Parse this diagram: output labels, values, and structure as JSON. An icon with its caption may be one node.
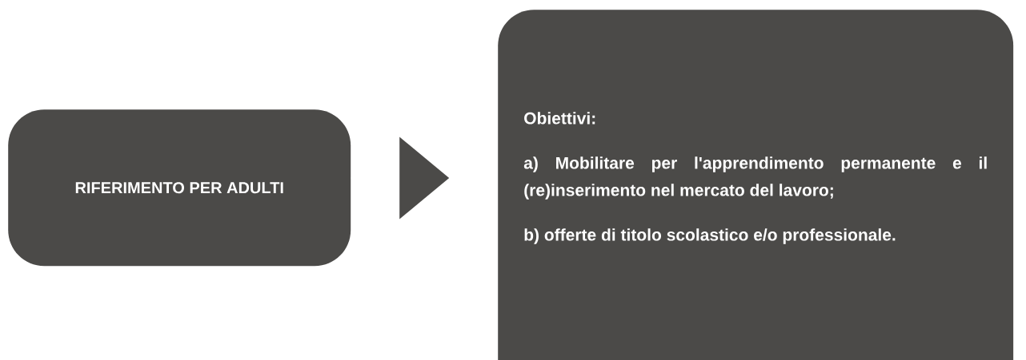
{
  "diagram": {
    "nodes": [
      {
        "text": [
          "RIFERIMENTO PER ADULTI"
        ]
      },
      {
        "text": [
          "Obiettivi:",
          "a) Mobilitare per l'apprendimento permanente e il (re)inserimento nel mercato del lavoro;",
          "b) offerte di titolo scolastico e/o professionale."
        ]
      }
    ],
    "edges": [
      {
        "from": 0,
        "to": 1,
        "arrow": "to"
      }
    ]
  }
}
